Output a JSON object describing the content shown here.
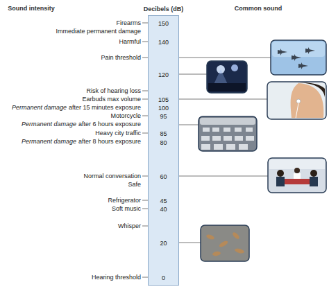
{
  "diagram": {
    "nodes": [
      {
        "text": [
          "Decibels (dB)",
          "150",
          "140",
          "120",
          "105",
          "100",
          "95",
          "85",
          "80",
          "60",
          "45",
          "40",
          "20",
          "0"
        ]
      }
    ],
    "labels": [
      "Sound intensity",
      "Common sound",
      "Firearms",
      "Immediate permanent damage",
      "Harmful",
      "Pain threshold",
      "Risk of hearing loss",
      "Earbuds max volume",
      "Permanent damage",
      "after 15 minutes exposure",
      "Motorcycle",
      "Permanent damage",
      "after 6 hours exposure",
      "Heavy city traffic",
      "Permanent damage",
      "after 8 hours exposure",
      "Normal conversation",
      "Safe",
      "Refrigerator",
      "Soft music",
      "Whisper",
      "Hearing threshold"
    ]
  }
}
